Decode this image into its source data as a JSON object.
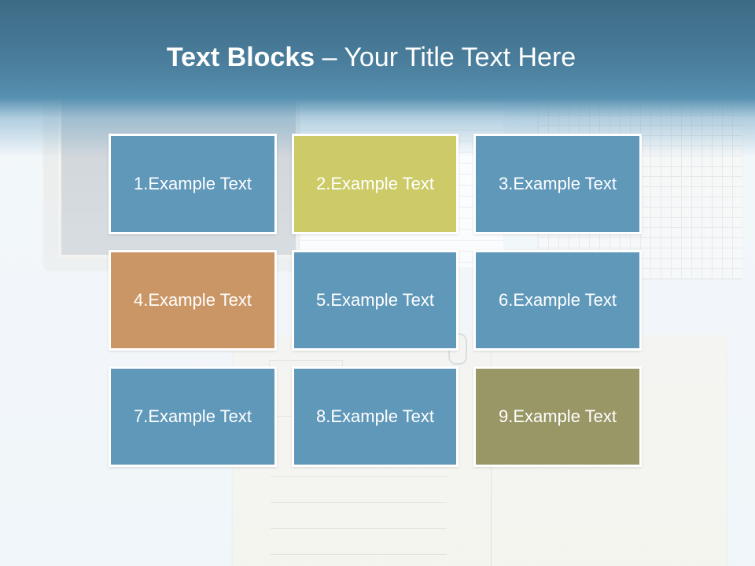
{
  "title": {
    "bold": "Text Blocks",
    "separator": " – ",
    "regular": "Your Title Text Here"
  },
  "colors": {
    "header": "#4a7e9c",
    "blue": "#6098ba",
    "yellow_green": "#cccb68",
    "orange": "#cb9665",
    "olive": "#999766"
  },
  "blocks": [
    {
      "label": "1.Example Text",
      "color": "#6098ba"
    },
    {
      "label": "2.Example Text",
      "color": "#cccb68"
    },
    {
      "label": "3.Example Text",
      "color": "#6098ba"
    },
    {
      "label": "4.Example Text",
      "color": "#cb9665"
    },
    {
      "label": "5.Example Text",
      "color": "#6098ba"
    },
    {
      "label": "6.Example Text",
      "color": "#6098ba"
    },
    {
      "label": "7.Example Text",
      "color": "#6098ba"
    },
    {
      "label": "8.Example Text",
      "color": "#6098ba"
    },
    {
      "label": "9.Example Text",
      "color": "#999766"
    }
  ]
}
